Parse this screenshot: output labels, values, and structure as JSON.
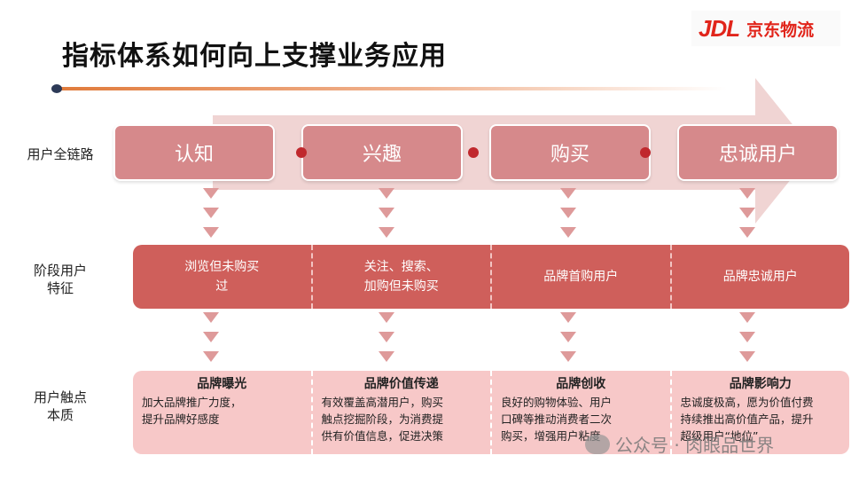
{
  "title": "指标体系如何向上支撑业务应用",
  "logo": {
    "mark": "JDL",
    "text": "京东物流"
  },
  "rows": {
    "chain": "用户全链路",
    "stage_features": "阶段用户\n特征",
    "touch_nature": "用户触点\n本质"
  },
  "stages": [
    "认知",
    "兴趣",
    "购买",
    "忠诚用户"
  ],
  "features": [
    "浏览但未购买\n过",
    "关注、搜索、\n加购但未购买",
    "品牌首购用户",
    "品牌忠诚用户"
  ],
  "touchpoints": [
    {
      "head": "品牌曝光",
      "body": "加大品牌推广力度，\n提升品牌好感度"
    },
    {
      "head": "品牌价值传递",
      "body": "有效覆盖高潜用户，购买\n触点挖掘阶段，为消费提\n供有价值信息，促进决策"
    },
    {
      "head": "品牌创收",
      "body": "良好的购物体验、用户\n口碑等推动消费者二次\n购买，增强用户粘度"
    },
    {
      "head": "品牌影响力",
      "body": "忠诚度极高，愿为价值付费\n持续推出高价值产品，提升\n超级用户“地位”"
    }
  ],
  "watermark": "公众号 · 肉眼品世界",
  "colors": {
    "accent": "#e1251b",
    "stage": "#d6898b",
    "band": "#cf5f5b",
    "touch": "#f7c8c8",
    "arrow": "#ebc7c6"
  }
}
